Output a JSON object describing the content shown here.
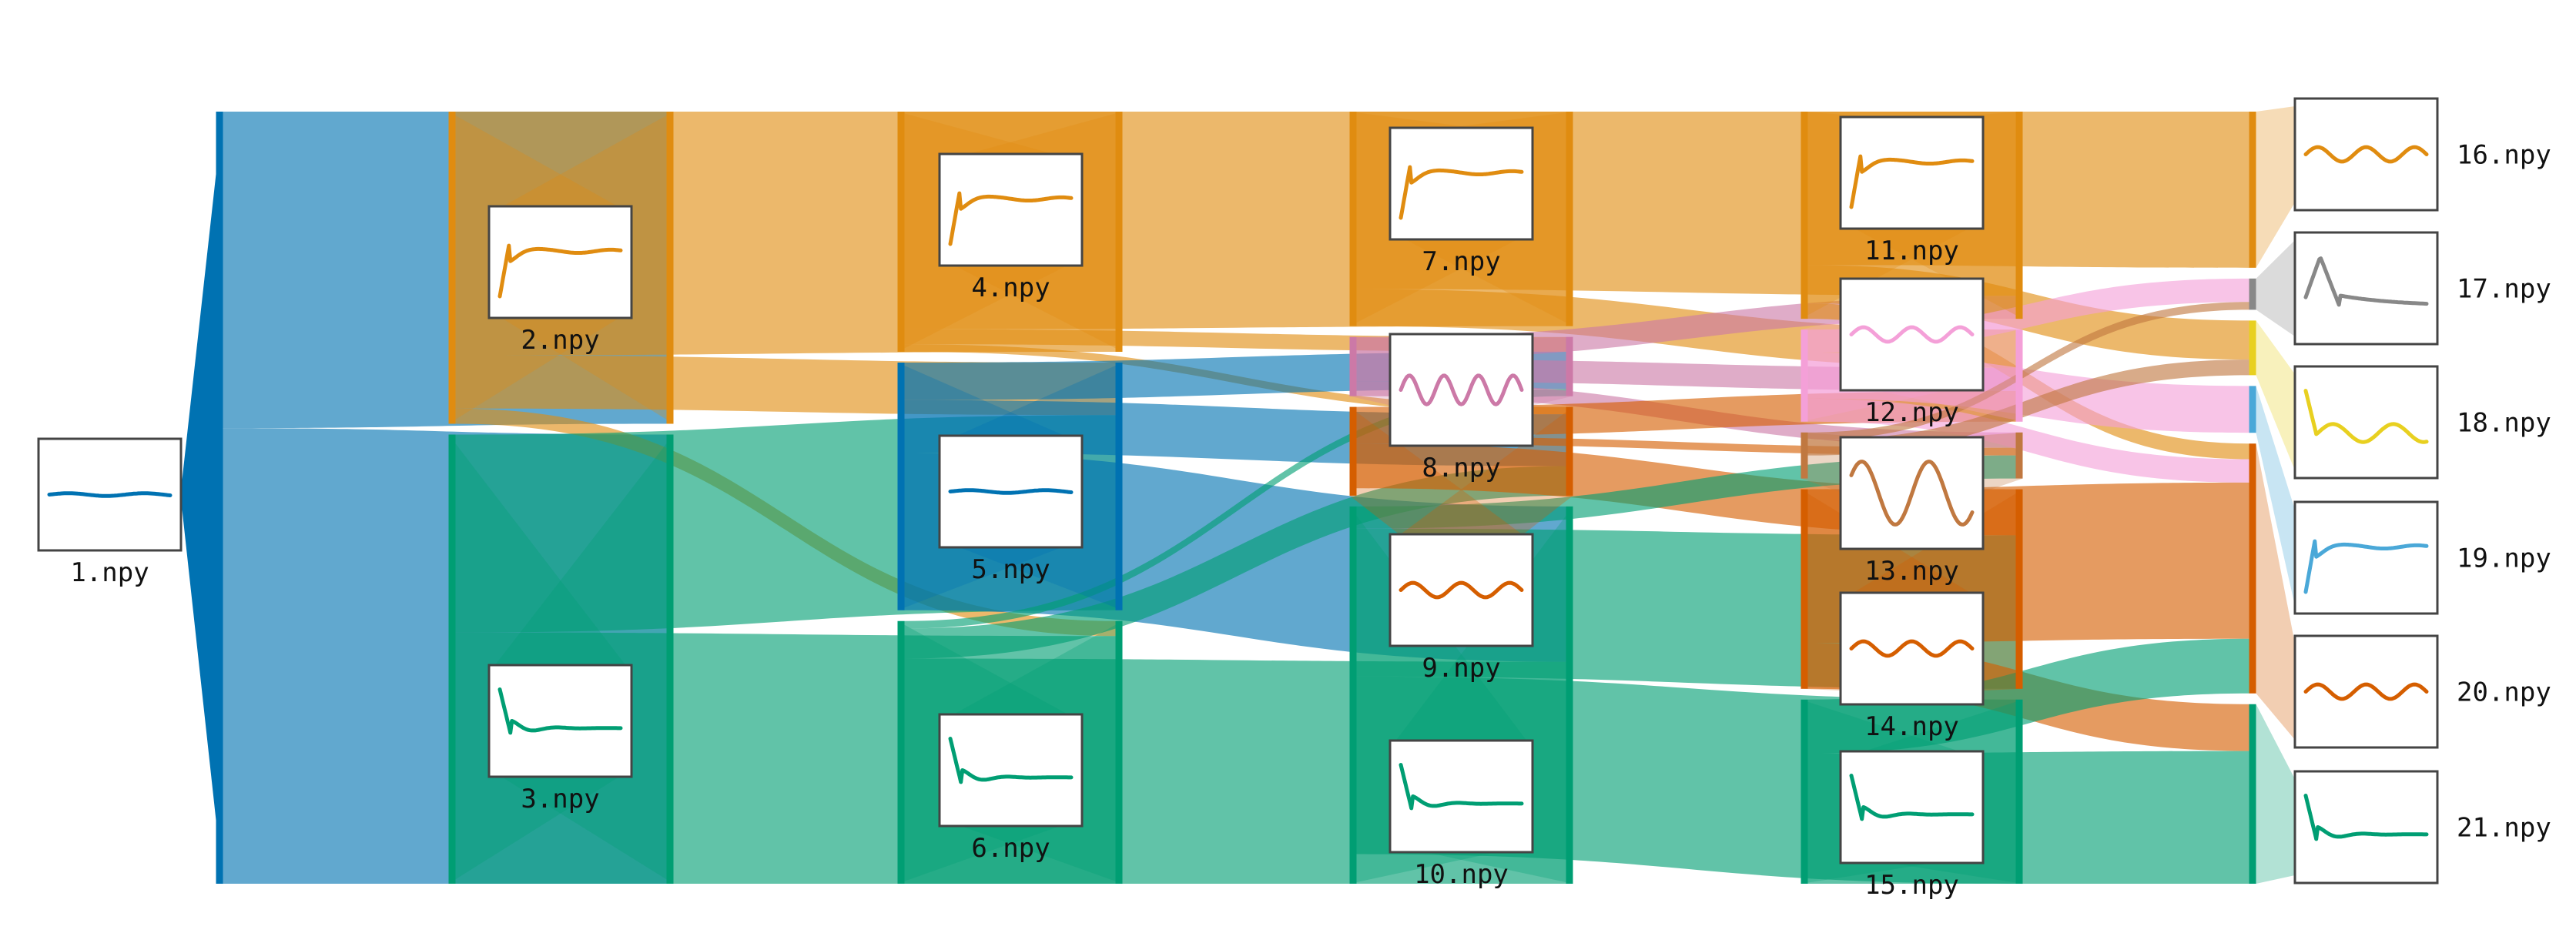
{
  "colors": {
    "blue": "#0072b2",
    "orange": "#e08c10",
    "green": "#009e73",
    "pink": "#cc79a7",
    "vermillion": "#d55e00",
    "brown": "#c07840",
    "gray": "#888888",
    "yellow": "#e8d020",
    "skyblue": "#4aa8d8",
    "lightpink": "#f4a0d8",
    "frame": "#444444"
  },
  "nodes": [
    {
      "id": "1",
      "label": "1.npy",
      "color": "blue",
      "shape": "flat"
    },
    {
      "id": "2",
      "label": "2.npy",
      "color": "orange",
      "shape": "decay"
    },
    {
      "id": "3",
      "label": "3.npy",
      "color": "green",
      "shape": "rise"
    },
    {
      "id": "4",
      "label": "4.npy",
      "color": "orange",
      "shape": "decay"
    },
    {
      "id": "5",
      "label": "5.npy",
      "color": "blue",
      "shape": "flat"
    },
    {
      "id": "6",
      "label": "6.npy",
      "color": "green",
      "shape": "rise"
    },
    {
      "id": "7",
      "label": "7.npy",
      "color": "orange",
      "shape": "decay"
    },
    {
      "id": "8",
      "label": "8.npy",
      "color": "pink",
      "shape": "wave"
    },
    {
      "id": "9",
      "label": "9.npy",
      "color": "vermillion",
      "shape": "wave_small"
    },
    {
      "id": "10",
      "label": "10.npy",
      "color": "green",
      "shape": "rise"
    },
    {
      "id": "11",
      "label": "11.npy",
      "color": "orange",
      "shape": "decay"
    },
    {
      "id": "12",
      "label": "12.npy",
      "color": "lightpink",
      "shape": "wave_small"
    },
    {
      "id": "13",
      "label": "13.npy",
      "color": "brown",
      "shape": "big_wave"
    },
    {
      "id": "14",
      "label": "14.npy",
      "color": "vermillion",
      "shape": "wave_small"
    },
    {
      "id": "15",
      "label": "15.npy",
      "color": "green",
      "shape": "rise"
    },
    {
      "id": "16",
      "label": "16.npy",
      "color": "orange",
      "shape": "wave_small"
    },
    {
      "id": "17",
      "label": "17.npy",
      "color": "gray",
      "shape": "bump"
    },
    {
      "id": "18",
      "label": "18.npy",
      "color": "yellow",
      "shape": "rise_wave"
    },
    {
      "id": "19",
      "label": "19.npy",
      "color": "skyblue",
      "shape": "decay"
    },
    {
      "id": "20",
      "label": "20.npy",
      "color": "vermillion",
      "shape": "wave_small"
    },
    {
      "id": "21",
      "label": "21.npy",
      "color": "green",
      "shape": "rise"
    }
  ],
  "links": [
    {
      "source": "1",
      "target": "2",
      "value": 0.41
    },
    {
      "source": "1",
      "target": "3",
      "value": 0.59
    },
    {
      "source": "2",
      "target": "4",
      "value": 0.32
    },
    {
      "source": "2",
      "target": "5",
      "value": 0.07
    },
    {
      "source": "2",
      "target": "6",
      "value": 0.02
    },
    {
      "source": "3",
      "target": "5",
      "value": 0.26
    },
    {
      "source": "3",
      "target": "6",
      "value": 0.33
    },
    {
      "source": "4",
      "target": "7",
      "value": 0.29
    },
    {
      "source": "4",
      "target": "8",
      "value": 0.02
    },
    {
      "source": "4",
      "target": "9",
      "value": 0.01
    },
    {
      "source": "5",
      "target": "8",
      "value": 0.05
    },
    {
      "source": "5",
      "target": "9",
      "value": 0.07
    },
    {
      "source": "5",
      "target": "10",
      "value": 0.21
    },
    {
      "source": "6",
      "target": "8",
      "value": 0.01
    },
    {
      "source": "6",
      "target": "9",
      "value": 0.04
    },
    {
      "source": "6",
      "target": "10",
      "value": 0.3
    },
    {
      "source": "7",
      "target": "11",
      "value": 0.24
    },
    {
      "source": "7",
      "target": "12",
      "value": 0.05
    },
    {
      "source": "8",
      "target": "11",
      "value": 0.03
    },
    {
      "source": "8",
      "target": "12",
      "value": 0.03
    },
    {
      "source": "8",
      "target": "13",
      "value": 0.02
    },
    {
      "source": "9",
      "target": "12",
      "value": 0.04
    },
    {
      "source": "9",
      "target": "13",
      "value": 0.01
    },
    {
      "source": "9",
      "target": "14",
      "value": 0.06
    },
    {
      "source": "10",
      "target": "13",
      "value": 0.03
    },
    {
      "source": "10",
      "target": "14",
      "value": 0.2
    },
    {
      "source": "10",
      "target": "15",
      "value": 0.24
    },
    {
      "source": "11",
      "target": "16",
      "value": 0.2
    },
    {
      "source": "11",
      "target": "18",
      "value": 0.05
    },
    {
      "source": "11",
      "target": "20",
      "value": 0.02
    },
    {
      "source": "12",
      "target": "17",
      "value": 0.03
    },
    {
      "source": "12",
      "target": "19",
      "value": 0.06
    },
    {
      "source": "12",
      "target": "20",
      "value": 0.03
    },
    {
      "source": "13",
      "target": "17",
      "value": 0.01
    },
    {
      "source": "13",
      "target": "18",
      "value": 0.02
    },
    {
      "source": "14",
      "target": "20",
      "value": 0.2
    },
    {
      "source": "14",
      "target": "21",
      "value": 0.06
    },
    {
      "source": "15",
      "target": "20",
      "value": 0.07
    },
    {
      "source": "15",
      "target": "21",
      "value": 0.17
    }
  ]
}
